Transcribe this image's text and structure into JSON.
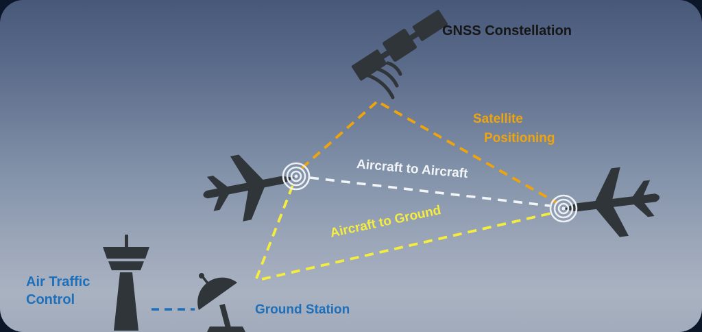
{
  "scene": {
    "title": "GNSS Constellation",
    "links": {
      "satellite_positioning": "Satellite Positioning",
      "aircraft_to_aircraft": "Aircraft to Aircraft",
      "aircraft_to_ground": "Aircraft to Ground"
    },
    "ground": {
      "air_traffic_control": "Air Traffic Control",
      "ground_station": "Ground Station"
    },
    "icons": {
      "satellite-icon": "satellite body with two solar panels (dark silhouette)",
      "radio-waves-icon": "three signal arcs below satellite",
      "aircraft-left-icon": "jet airplane top-view silhouette, nose right-up",
      "aircraft-right-icon": "jet airplane top-view silhouette mirrored, nose left",
      "radio-rings-left-icon": "concentric white transmission rings",
      "radio-rings-right-icon": "concentric white transmission rings",
      "atc-tower-icon": "air traffic control tower silhouette",
      "ground-station-dish-icon": "parabolic dish antenna silhouette"
    },
    "colors": {
      "orange": "#F0A40C",
      "yellow": "#F4EC3E",
      "white_link": "#F2F5F8",
      "blue": "#1D6FBA",
      "title_text": "#161616",
      "silhouette": "#30353A",
      "rings": "#EDF1F5",
      "bg_top": "#475879",
      "bg_mid": "#8292A9",
      "bg_bottom": "#A9B2C1",
      "frame": "#0C1729"
    }
  }
}
